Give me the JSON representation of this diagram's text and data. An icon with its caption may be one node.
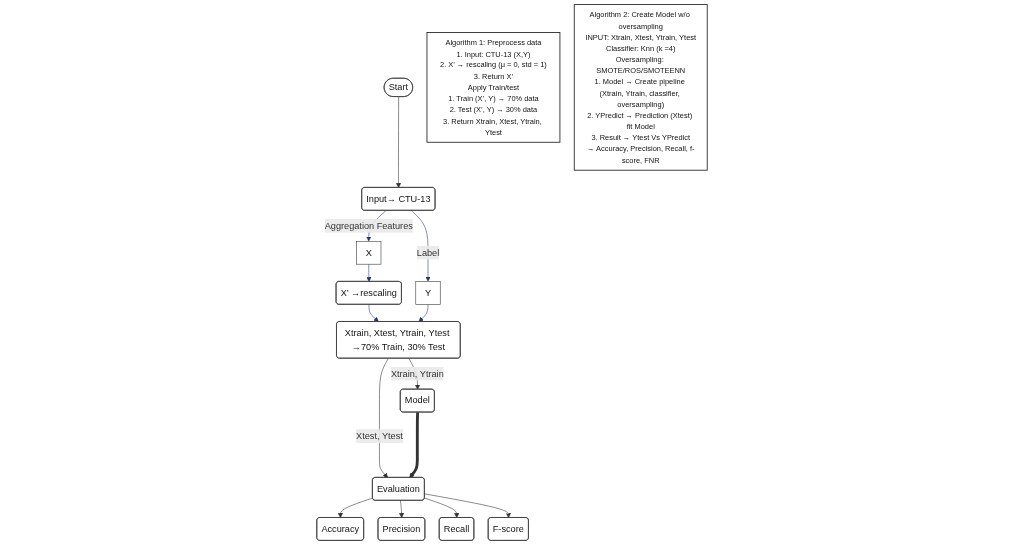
{
  "diagram": {
    "nodes": [
      {
        "text": [
          "Start"
        ]
      },
      {
        "text": [
          "Input→ CTU-13"
        ]
      },
      {
        "text": [
          "X"
        ]
      },
      {
        "text": [
          "Y"
        ]
      },
      {
        "text": [
          "X’ →rescaling"
        ]
      },
      {
        "text": [
          "Xtrain, Xtest, Ytrain, Ytest →70% Train, 30% Test"
        ]
      },
      {
        "text": [
          "Model"
        ]
      },
      {
        "text": [
          "Evaluation"
        ]
      },
      {
        "text": [
          "Accuracy"
        ]
      },
      {
        "text": [
          "Precision"
        ]
      },
      {
        "text": [
          "Recall"
        ]
      },
      {
        "text": [
          "F-score"
        ]
      },
      {
        "text": [
          "Algorithm 1: Preprocess data",
          "1. Input: CTU-13 (X,Y)",
          "2. X’ → rescaling (μ = 0, std = 1)",
          "3. Return X’",
          "Apply Train/test",
          "1. Train (X’, Y) → 70% data",
          "2. Test (X’, Y) → 30% data",
          "3. Return Xtrain, Xtest, Ytrain, Ytest"
        ]
      },
      {
        "text": [
          "Algorithm 2: Create Model w/o oversampling",
          "INPUT: Xtrain, Xtest, Ytrain, Ytest",
          "Classifier: Knn (k =4)",
          "Oversampling: SMOTE/ROS/SMOTEENN",
          "1. Model → Create pipeline (Xtrain, Ytrain, classifier, oversampling)",
          "2. YPredict → Prediction (Xtest) fit Model",
          "3. Result → Ytest Vs YPredict",
          "→ Accuracy, Precision, Recall, f-score, FNR"
        ]
      }
    ],
    "edges": [
      {
        "from": 0,
        "to": 1,
        "arrow": "to"
      },
      {
        "from": 1,
        "to": 2,
        "arrow": "to",
        "label": "Aggregation Features",
        "color": "#1f3a7a"
      },
      {
        "from": 1,
        "to": 3,
        "arrow": "to",
        "label": "Label",
        "color": "#1f3a7a"
      },
      {
        "from": 2,
        "to": 4,
        "arrow": "to",
        "color": "#1f3a7a"
      },
      {
        "from": 4,
        "to": 5,
        "arrow": "to",
        "color": "#1f3a7a"
      },
      {
        "from": 3,
        "to": 5,
        "arrow": "to",
        "color": "#1f3a7a"
      },
      {
        "from": 5,
        "to": 6,
        "arrow": "to",
        "label": "Xtrain, Ytrain"
      },
      {
        "from": 5,
        "to": 7,
        "arrow": "to",
        "label": "Xtest, Ytest"
      },
      {
        "from": 6,
        "to": 7,
        "arrow": "to",
        "style": "thick"
      },
      {
        "from": 7,
        "to": 8,
        "arrow": "to"
      },
      {
        "from": 7,
        "to": 9,
        "arrow": "to"
      },
      {
        "from": 7,
        "to": 10,
        "arrow": "to"
      },
      {
        "from": 7,
        "to": 11,
        "arrow": "to"
      }
    ]
  }
}
